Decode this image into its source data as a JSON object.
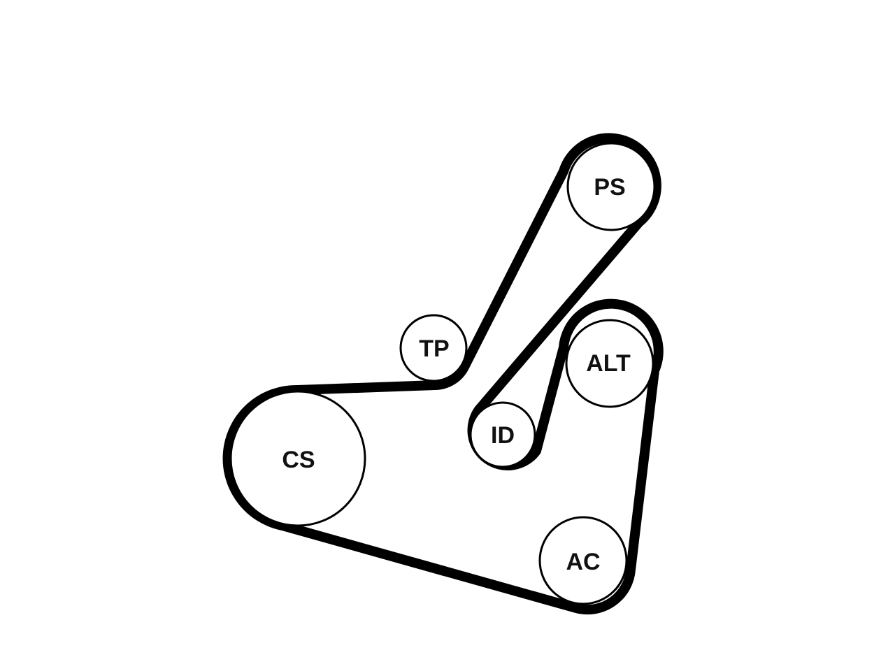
{
  "diagram": {
    "pulleys": {
      "cs": {
        "label": "CS"
      },
      "tp": {
        "label": "TP"
      },
      "ps": {
        "label": "PS"
      },
      "id": {
        "label": "ID"
      },
      "alt": {
        "label": "ALT"
      },
      "ac": {
        "label": "AC"
      }
    },
    "colors": {
      "belt": "#000000",
      "pulley_fill": "#ffffff",
      "label": "#111111"
    }
  }
}
